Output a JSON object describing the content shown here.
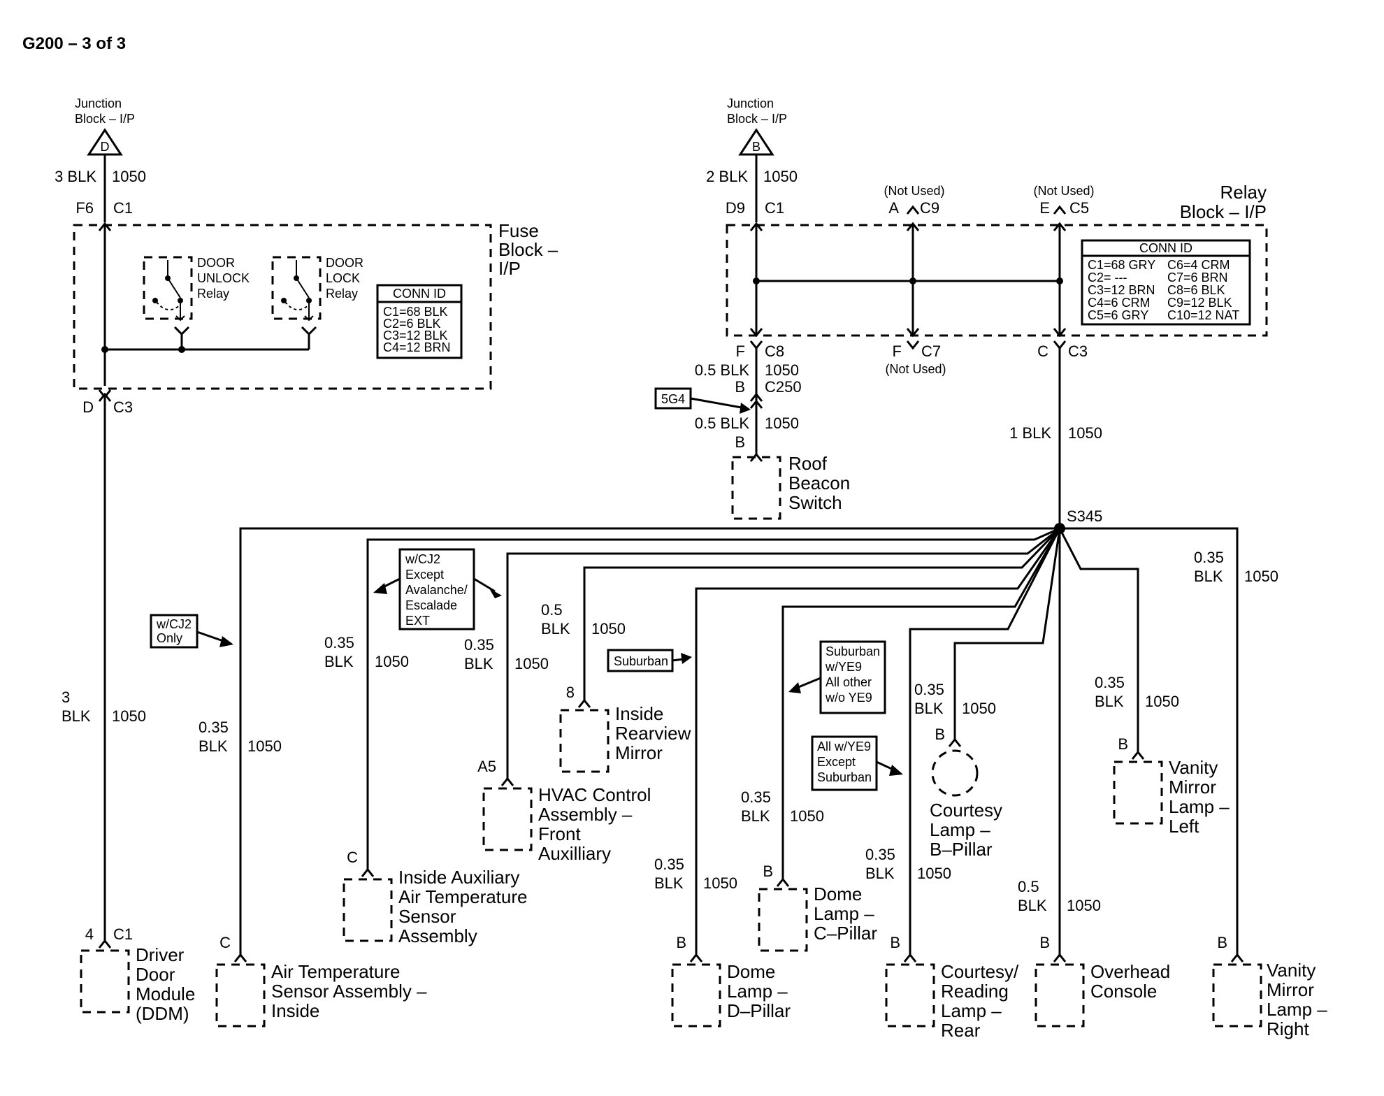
{
  "title": "G200 – 3 of 3",
  "junction_d": {
    "name1": "Junction",
    "name2": "Block – I/P",
    "letter": "D"
  },
  "junction_b": {
    "name1": "Junction",
    "name2": "Block – I/P",
    "letter": "B"
  },
  "fuse_block": {
    "name1": "Fuse",
    "name2": "Block –",
    "name3": "I/P",
    "wire_in": {
      "size": "3 BLK",
      "circuit": "1050",
      "pin": "F6",
      "conn": "C1"
    },
    "wire_out": {
      "pin": "D",
      "conn": "C3"
    },
    "relays": [
      {
        "l1": "DOOR",
        "l2": "UNLOCK",
        "l3": "Relay"
      },
      {
        "l1": "DOOR",
        "l2": "LOCK",
        "l3": "Relay"
      }
    ],
    "conn_id": {
      "header": "CONN ID",
      "lines": [
        "C1=68 BLK",
        "C2=6 BLK",
        "C3=12 BLK",
        "C4=12 BRN"
      ]
    }
  },
  "relay_block": {
    "name1": "Relay",
    "name2": "Block – I/P",
    "wire_in": {
      "size": "2 BLK",
      "circuit": "1050",
      "pin": "D9",
      "conn": "C1"
    },
    "pin_a": {
      "note": "(Not Used)",
      "pin": "A",
      "conn": "C9"
    },
    "pin_e": {
      "note": "(Not Used)",
      "pin": "E",
      "conn": "C5"
    },
    "pin_f8": {
      "pin": "F",
      "conn": "C8"
    },
    "pin_f7": {
      "pin": "F",
      "conn": "C7",
      "note": "(Not Used)"
    },
    "pin_c3": {
      "pin": "C",
      "conn": "C3"
    },
    "conn_id": {
      "header": "CONN ID",
      "left": [
        "C1=68 GRY",
        "C2= ---",
        "C3=12 BRN",
        "C4=6 CRM",
        "C5=6 GRY"
      ],
      "right": [
        "C6=4 CRM",
        "C7=6 BRN",
        "C8=6 BLK",
        "C9=12 BLK",
        "C10=12 NAT"
      ]
    }
  },
  "roof_wire": {
    "size1": "0.5 BLK",
    "circuit1": "1050",
    "pin_b1": "B",
    "conn": "C250",
    "size2": "0.5 BLK",
    "circuit2": "1050",
    "pin_b2": "B"
  },
  "roof_option": "5G4",
  "roof_switch": {
    "l1": "Roof",
    "l2": "Beacon",
    "l3": "Switch"
  },
  "main_wire": {
    "size": "1 BLK",
    "circuit": "1050"
  },
  "splice": "S345",
  "ddm_wire": {
    "size1": "3",
    "size2": "BLK",
    "circuit": "1050",
    "pin": "4",
    "conn": "C1"
  },
  "ddm": {
    "l1": "Driver",
    "l2": "Door",
    "l3": "Module",
    "l4": "(DDM)"
  },
  "options": {
    "cj2_only": [
      "w/CJ2",
      "Only"
    ],
    "cj2_except": [
      "w/CJ2",
      "Except",
      "Avalanche/",
      "Escalade",
      "EXT"
    ],
    "suburban": [
      "Suburban"
    ],
    "yes9": [
      "Suburban",
      "w/YE9",
      "All other",
      "w/o YE9"
    ],
    "allye9": [
      "All w/YE9",
      "Except",
      "Suburban"
    ]
  },
  "components": {
    "air_temp": {
      "size1": "0.35",
      "size2": "BLK",
      "circuit": "1050",
      "pin": "C",
      "l1": "Air Temperature",
      "l2": "Sensor Assembly –",
      "l3": "Inside"
    },
    "aux_air": {
      "size1": "0.35",
      "size2": "BLK",
      "circuit": "1050",
      "pin": "C",
      "l1": "Inside Auxiliary",
      "l2": "Air Temperature",
      "l3": "Sensor",
      "l4": "Assembly"
    },
    "hvac": {
      "size1": "0.35",
      "size2": "BLK",
      "circuit": "1050",
      "pin": "A5",
      "l1": "HVAC Control",
      "l2": "Assembly –",
      "l3": "Front",
      "l4": "Auxilliary"
    },
    "mirror": {
      "size1": "0.5",
      "size2": "BLK",
      "circuit": "1050",
      "pin": "8",
      "l1": "Inside",
      "l2": "Rearview",
      "l3": "Mirror"
    },
    "dome_d": {
      "size1": "0.35",
      "size2": "BLK",
      "circuit": "1050",
      "pin": "B",
      "l1": "Dome",
      "l2": "Lamp –",
      "l3": "D–Pillar"
    },
    "dome_c": {
      "size1": "0.35",
      "size2": "BLK",
      "circuit": "1050",
      "pin": "B",
      "l1": "Dome",
      "l2": "Lamp –",
      "l3": "C–Pillar"
    },
    "courtesy_b": {
      "size1": "0.35",
      "size2": "BLK",
      "circuit": "1050",
      "pin": "B",
      "l1": "Courtesy",
      "l2": "Lamp –",
      "l3": "B–Pillar"
    },
    "courtesy_rear": {
      "size1": "0.35",
      "size2": "BLK",
      "circuit": "1050",
      "pin": "B",
      "l1": "Courtesy/",
      "l2": "Reading",
      "l3": "Lamp –",
      "l4": "Rear"
    },
    "overhead": {
      "size1": "0.5",
      "size2": "BLK",
      "circuit": "1050",
      "pin": "B",
      "l1": "Overhead",
      "l2": "Console"
    },
    "vanity_left": {
      "size1": "0.35",
      "size2": "BLK",
      "circuit": "1050",
      "pin": "B",
      "l1": "Vanity",
      "l2": "Mirror",
      "l3": "Lamp –",
      "l4": "Left"
    },
    "vanity_right": {
      "size1": "0.35",
      "size2": "BLK",
      "circuit": "1050",
      "pin": "B",
      "l1": "Vanity",
      "l2": "Mirror",
      "l3": "Lamp –",
      "l4": "Right"
    }
  }
}
